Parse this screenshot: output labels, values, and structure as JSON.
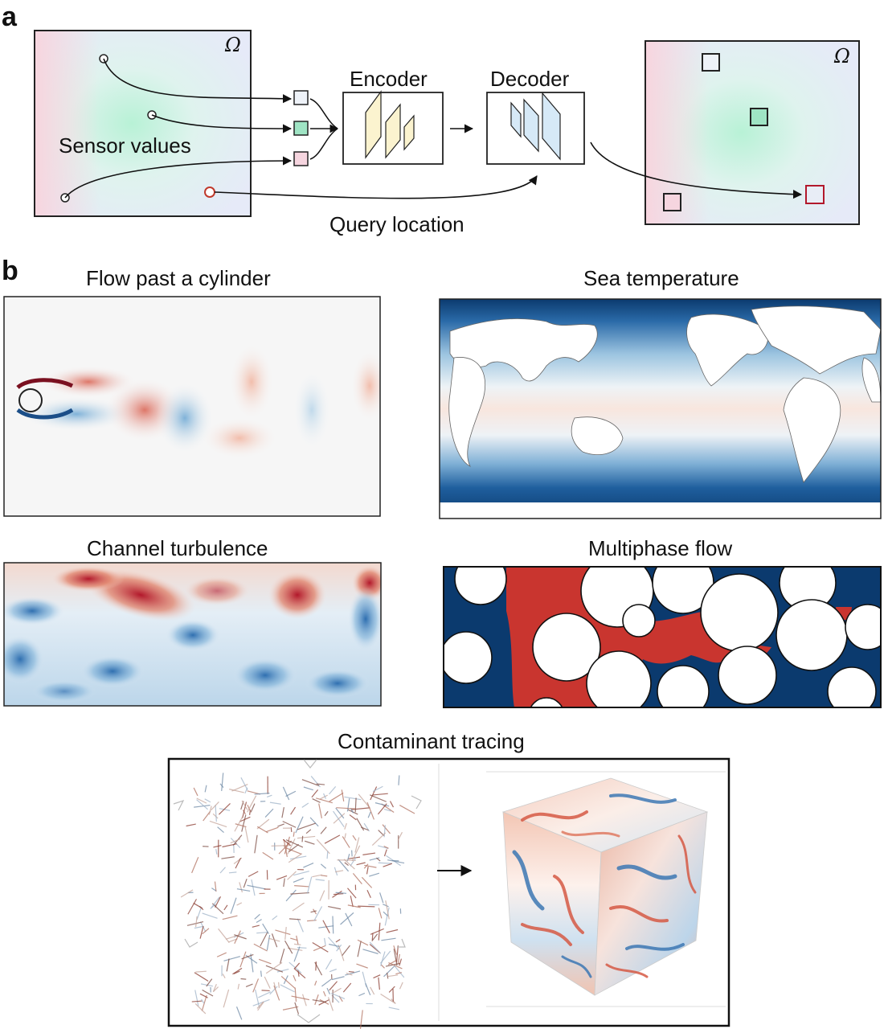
{
  "panel_a": {
    "letter": "a",
    "omega_symbol": "Ω",
    "sensor_values_label": "Sensor values",
    "encoder_label": "Encoder",
    "decoder_label": "Decoder",
    "query_location_label": "Query location"
  },
  "panel_b": {
    "letter": "b",
    "titles": {
      "cylinder": "Flow past a cylinder",
      "sea": "Sea temperature",
      "channel": "Channel turbulence",
      "multiphase": "Multiphase flow",
      "contaminant": "Contaminant tracing"
    }
  },
  "colors": {
    "red": "#b2182b",
    "blue": "#2166ac",
    "navy": "#0b3a6e",
    "encoder_fill": "#fbf3cf",
    "decoder_fill": "#d6e9f7",
    "query_red": "#c0392b"
  }
}
